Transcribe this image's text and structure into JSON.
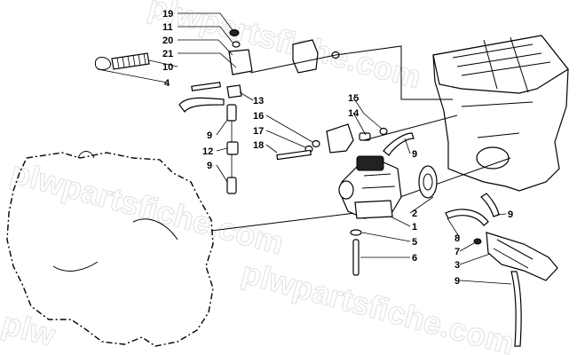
{
  "watermark": {
    "top": "plwpartsfiche.com",
    "middle": "plwpartsfiche.com",
    "bottom": "plwpartsfiche.com",
    "left": "plw"
  },
  "callouts": {
    "c19": "19",
    "c11": "11",
    "c20": "20",
    "c21": "21",
    "c10": "10",
    "c4": "4",
    "c13": "13",
    "c16": "16",
    "c17": "17",
    "c18": "18",
    "c9a": "9",
    "c12": "12",
    "c9b": "9",
    "c15": "15",
    "c14": "14",
    "c9c": "9",
    "c2": "2",
    "c1": "1",
    "c5": "5",
    "c6": "6",
    "c9d": "9",
    "c8": "8",
    "c7": "7",
    "c3": "3",
    "c9e": "9"
  }
}
